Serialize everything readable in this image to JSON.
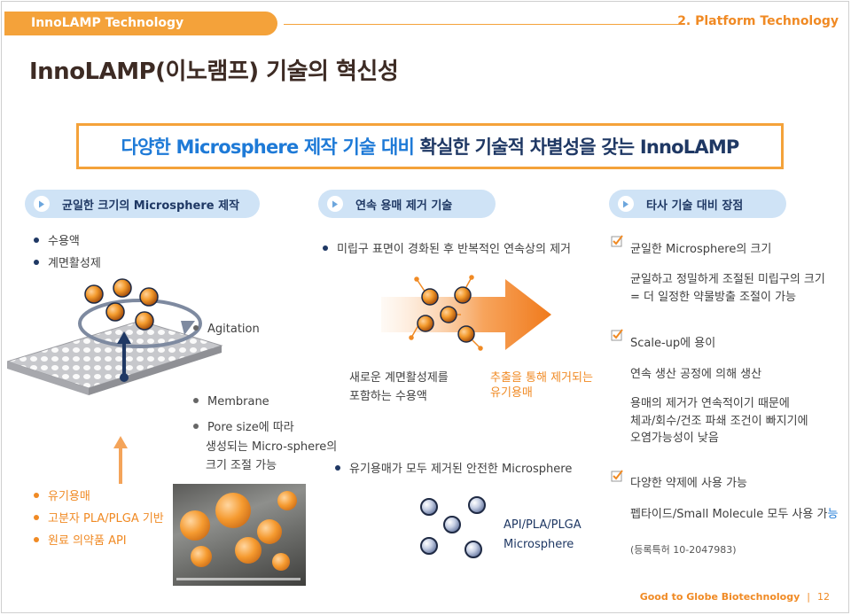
{
  "header": {
    "brand": "InnoLAMP Technology",
    "section": "2. Platform Technology"
  },
  "title": "InnoLAMP(이노램프) 기술의 혁신성",
  "highlight": {
    "accent": "다양한 Microsphere 제작 기술 대비",
    "rest": " 확실한 기술적 차별성을 갖는 InnoLAMP"
  },
  "col1": {
    "heading": "균일한 크기의 Microsphere 제작",
    "items": [
      "수용액",
      "계면활성제"
    ],
    "agitation": "Agitation",
    "membrane": "Membrane",
    "pore": [
      "Pore size에 따라",
      "생성되는 Micro-sphere의",
      "크기 조절 가능"
    ],
    "orange_items": [
      "유기용매",
      "고분자 PLA/PLGA 기반",
      "원료 의약품 API"
    ]
  },
  "col2": {
    "heading": "연속 용매 제거 기술",
    "item1": "미립구 표면이 경화된 후 반복적인 연속상의 제거",
    "left_caption": [
      "새로운 계면활성제를",
      "포함하는 수용액"
    ],
    "right_caption": [
      "추출을 통해 제거되는",
      "유기용매"
    ],
    "item2": "유기용매가 모두 제거된 안전한 Microsphere",
    "sphere_label": [
      "API/PLA/PLGA",
      "Microsphere"
    ]
  },
  "col3": {
    "heading": "타사 기술 대비 장점",
    "c1_title": "균일한 Microsphere의 크기",
    "c1_desc": [
      "균일하고 정밀하게 조절된 미립구의 크기",
      "= 더 일정한 약물방출 조절이 가능"
    ],
    "c2_title": "Scale-up에 용이",
    "c2_desc1": "연속 생산 공정에 의해 생산",
    "c2_desc2": [
      "용매의 제거가 연속적이기 때문에",
      "체과/회수/건조 파쇄 조건이 빠지기에",
      "오염가능성이 낮음"
    ],
    "c3_title": "다양한 약제에 사용 가능",
    "c3_desc_main": "펩타이드/Small Molecule 모두 사용 가",
    "c3_desc_tail": "능",
    "patent": "(등록특허 10-2047983)"
  },
  "footer": {
    "tagline": "Good to Globe Biotechnology",
    "sep": "|",
    "page": "12"
  },
  "colors": {
    "orange": "#f4a23a",
    "navy": "#1f3864",
    "blue_accent": "#1e7ad7",
    "pill_bg": "#cfe3f6"
  },
  "icons": [
    "play-icon",
    "check-icon",
    "arrow-icon"
  ]
}
